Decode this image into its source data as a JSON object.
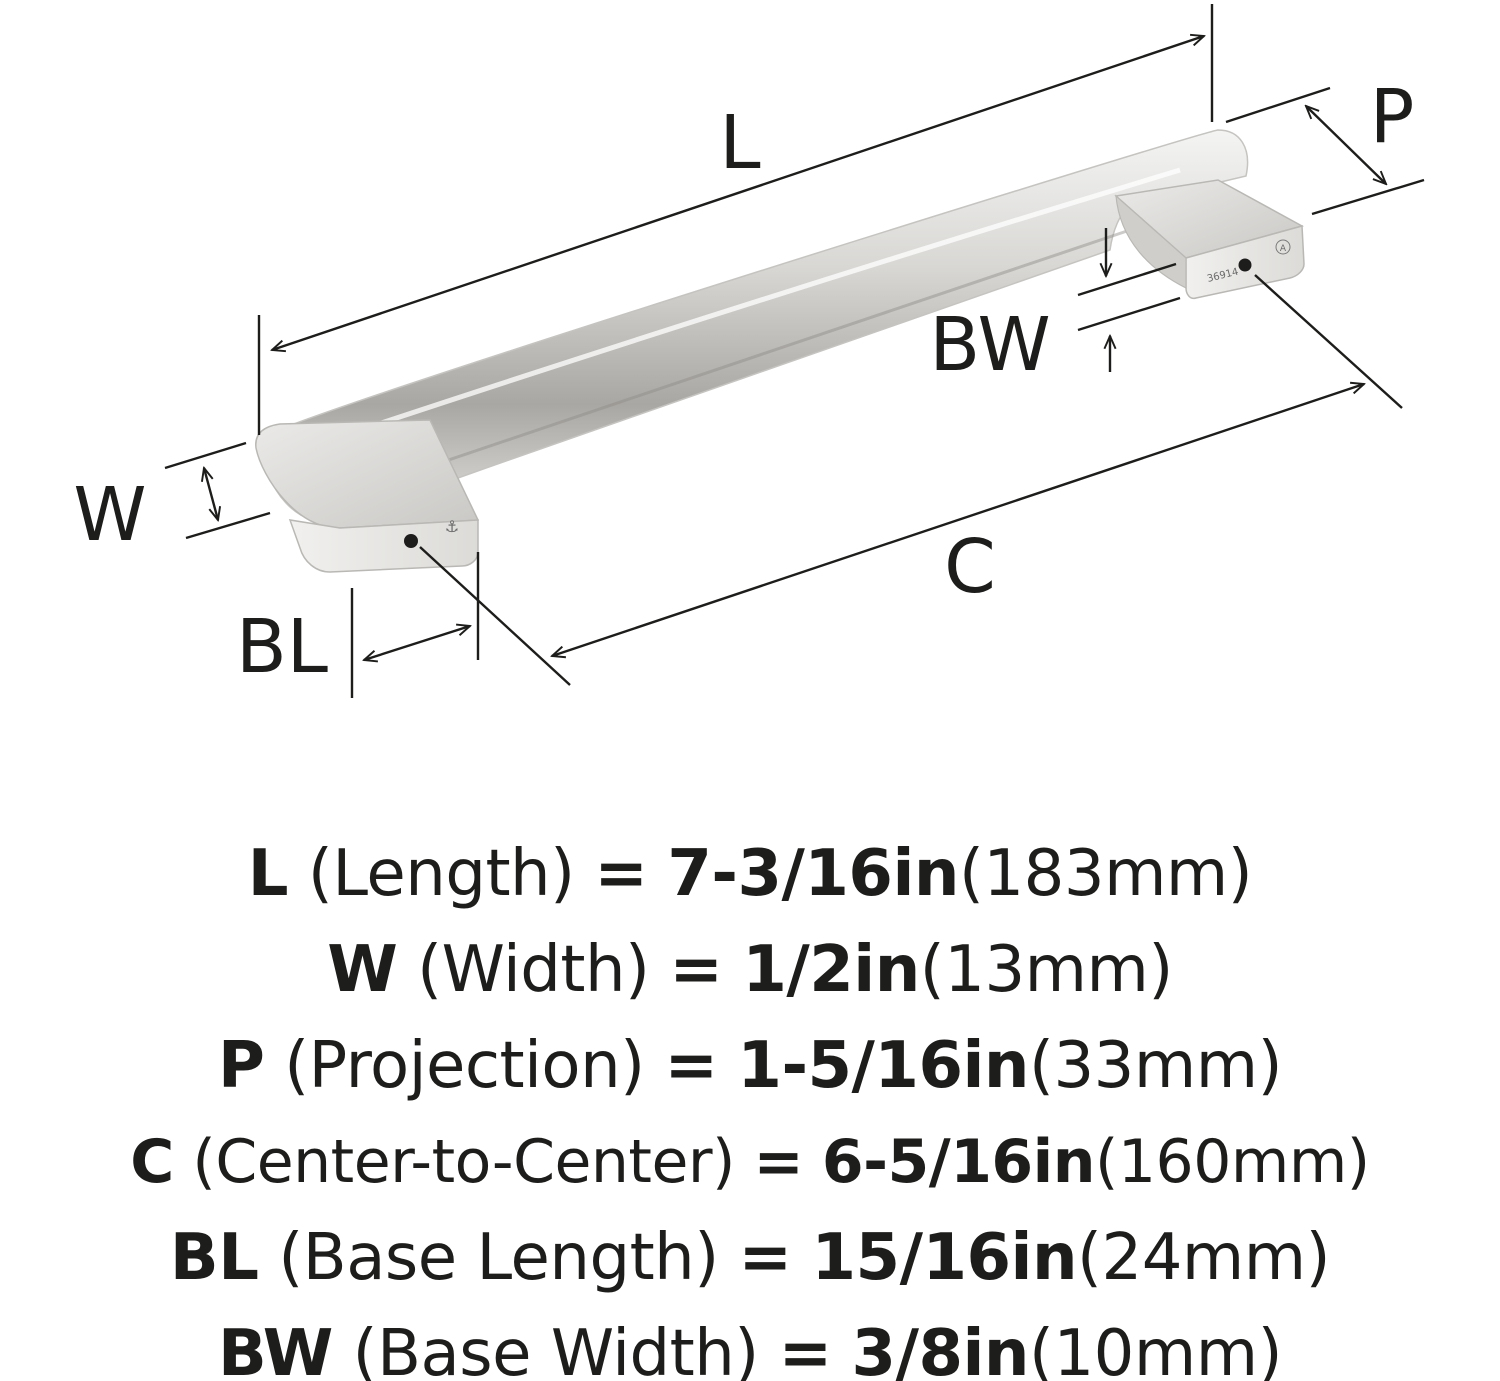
{
  "diagram": {
    "labels": {
      "L": "L",
      "W": "W",
      "P": "P",
      "BW": "BW",
      "BL": "BL",
      "C": "C"
    },
    "stamp_code": "36914",
    "stamp_logo": "A",
    "anchor_icon": "anchor-icon"
  },
  "specs": [
    {
      "key": "L",
      "name": "(Length)",
      "eq": "=",
      "imperial": "7-3/16in",
      "metric": "(183mm)"
    },
    {
      "key": "W",
      "name": "(Width)",
      "eq": "=",
      "imperial": "1/2in",
      "metric": "(13mm)"
    },
    {
      "key": "P",
      "name": "(Projection)",
      "eq": "=",
      "imperial": "1-5/16in",
      "metric": "(33mm)"
    },
    {
      "key": "C",
      "name": "(Center-to-Center)",
      "eq": "=",
      "imperial": "6-5/16in",
      "metric": "(160mm)"
    },
    {
      "key": "BL",
      "name": "(Base Length)",
      "eq": "=",
      "imperial": "15/16in",
      "metric": "(24mm)"
    },
    {
      "key": "BW",
      "name": "(Base Width)",
      "eq": "=",
      "imperial": "3/8in",
      "metric": "(10mm)"
    }
  ]
}
